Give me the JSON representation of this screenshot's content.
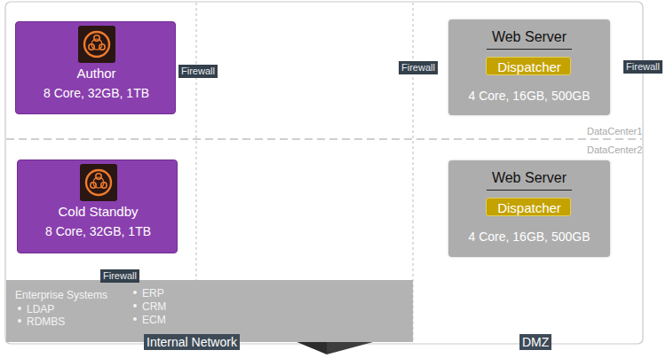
{
  "diagram": {
    "nodes": [
      {
        "text": [
          "Author",
          "8 Core, 32GB, 1TB"
        ]
      },
      {
        "text": [
          "Web Server",
          "4 Core, 16GB, 500GB"
        ]
      },
      {
        "text": [
          "Dispatcher"
        ],
        "in": 1
      },
      {
        "text": [
          "Cold Standby",
          "8 Core, 32GB, 1TB"
        ]
      },
      {
        "text": [
          "Web Server",
          "4 Core, 16GB, 500GB"
        ]
      },
      {
        "text": [
          "Dispatcher"
        ],
        "in": 4
      },
      {
        "text": [
          "Enterprise Systems",
          "LDAP",
          "RDMBS",
          "ERP",
          "CRM",
          "ECM"
        ]
      }
    ],
    "labels": [
      "Firewall",
      "Firewall",
      "Firewall",
      "DataCenter1",
      "DataCenter2",
      "Firewall",
      "Internal Network",
      "DMZ"
    ]
  }
}
